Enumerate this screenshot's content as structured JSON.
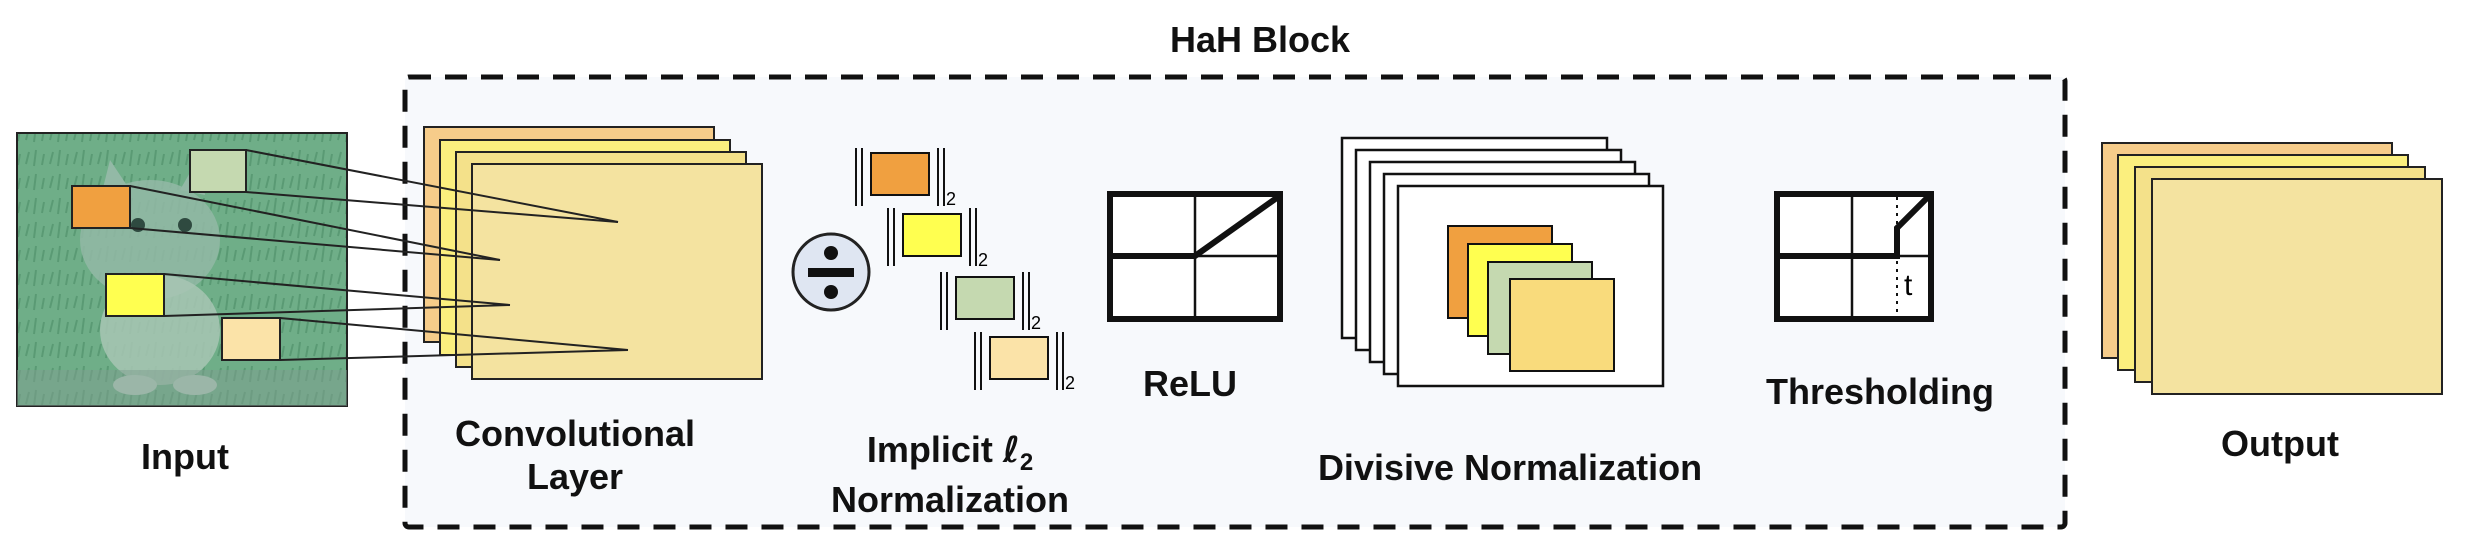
{
  "title": "HaH Block",
  "labels": {
    "input": "Input",
    "conv_line1": "Convolutional",
    "conv_line2": "Layer",
    "l2_line1_prefix": "Implicit ",
    "l2_symbol": "ℓ",
    "l2_subscript": "2",
    "l2_line2": "Normalization",
    "relu": "ReLU",
    "divnorm": "Divisive Normalization",
    "thresholding": "Thresholding",
    "output": "Output"
  },
  "norm_subscript": "2",
  "threshold_marker": "t",
  "icons": [
    "kitten-image",
    "division-icon",
    "relu-plot-icon",
    "threshold-plot-icon"
  ],
  "colors": {
    "orange": "#f0a040",
    "yellow": "#ffff50",
    "green": "#c5d9b0",
    "tan": "#fbe3a8",
    "gold": "#f9db7c",
    "light_orange": "#f6cc8a",
    "block_bg": "#f7f9fc",
    "image_green": "#6aa882",
    "division_circle": "#dfe6f2"
  }
}
